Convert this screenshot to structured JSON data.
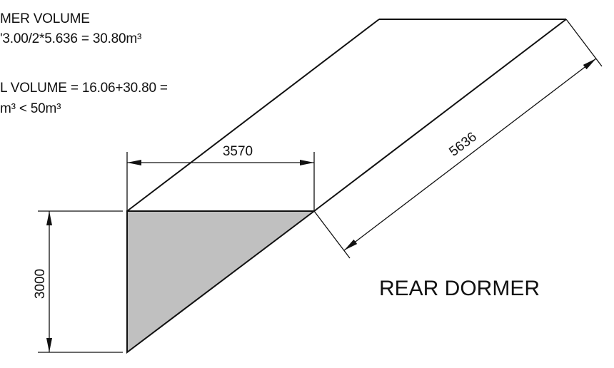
{
  "notes": {
    "dormer_volume_heading": "MER VOLUME",
    "dormer_volume_calc": "'3.00/2*5.636 = 30.80m³",
    "total_volume_line1": "L VOLUME = 16.06+30.80 =",
    "total_volume_line2": "m³ < 50m³"
  },
  "dimensions": {
    "width": "3570",
    "height": "3000",
    "length": "5636"
  },
  "title": "REAR DORMER",
  "colors": {
    "line": "#111111",
    "fill": "#c0c0c0",
    "background": "#ffffff"
  }
}
